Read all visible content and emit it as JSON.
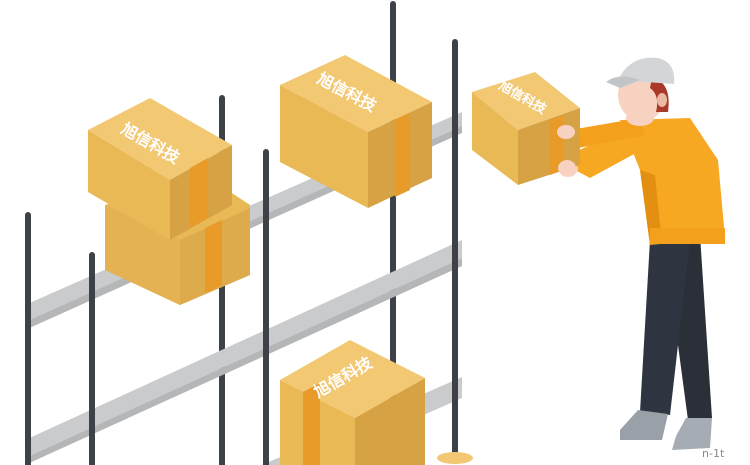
{
  "scene": {
    "subject": "warehouse worker placing box on shelf",
    "colors": {
      "background": "#ffffff",
      "shelf": "#c9cbcc",
      "shelf_edge": "#b4b6b7",
      "post": "#3d4148",
      "box": "#e9b956",
      "box_dark": "#d6a244",
      "box_side": "#ddab4c",
      "tape": "#e99b2a",
      "jacket": "#f7a823",
      "jacket_shadow": "#e38f12",
      "pants": "#2f3540",
      "cap": "#d3d5d7",
      "skin": "#f7d2c0",
      "hair": "#a93a2a",
      "shoe": "#9aa0a8"
    },
    "boxes": [
      {
        "logo_text": "旭信科技"
      },
      {
        "logo_text": "旭信科技"
      },
      {
        "logo_text": "旭信科技"
      },
      {
        "logo_text": "旭信科技"
      },
      {
        "logo_text": ""
      }
    ],
    "watermark": "n-1t"
  }
}
